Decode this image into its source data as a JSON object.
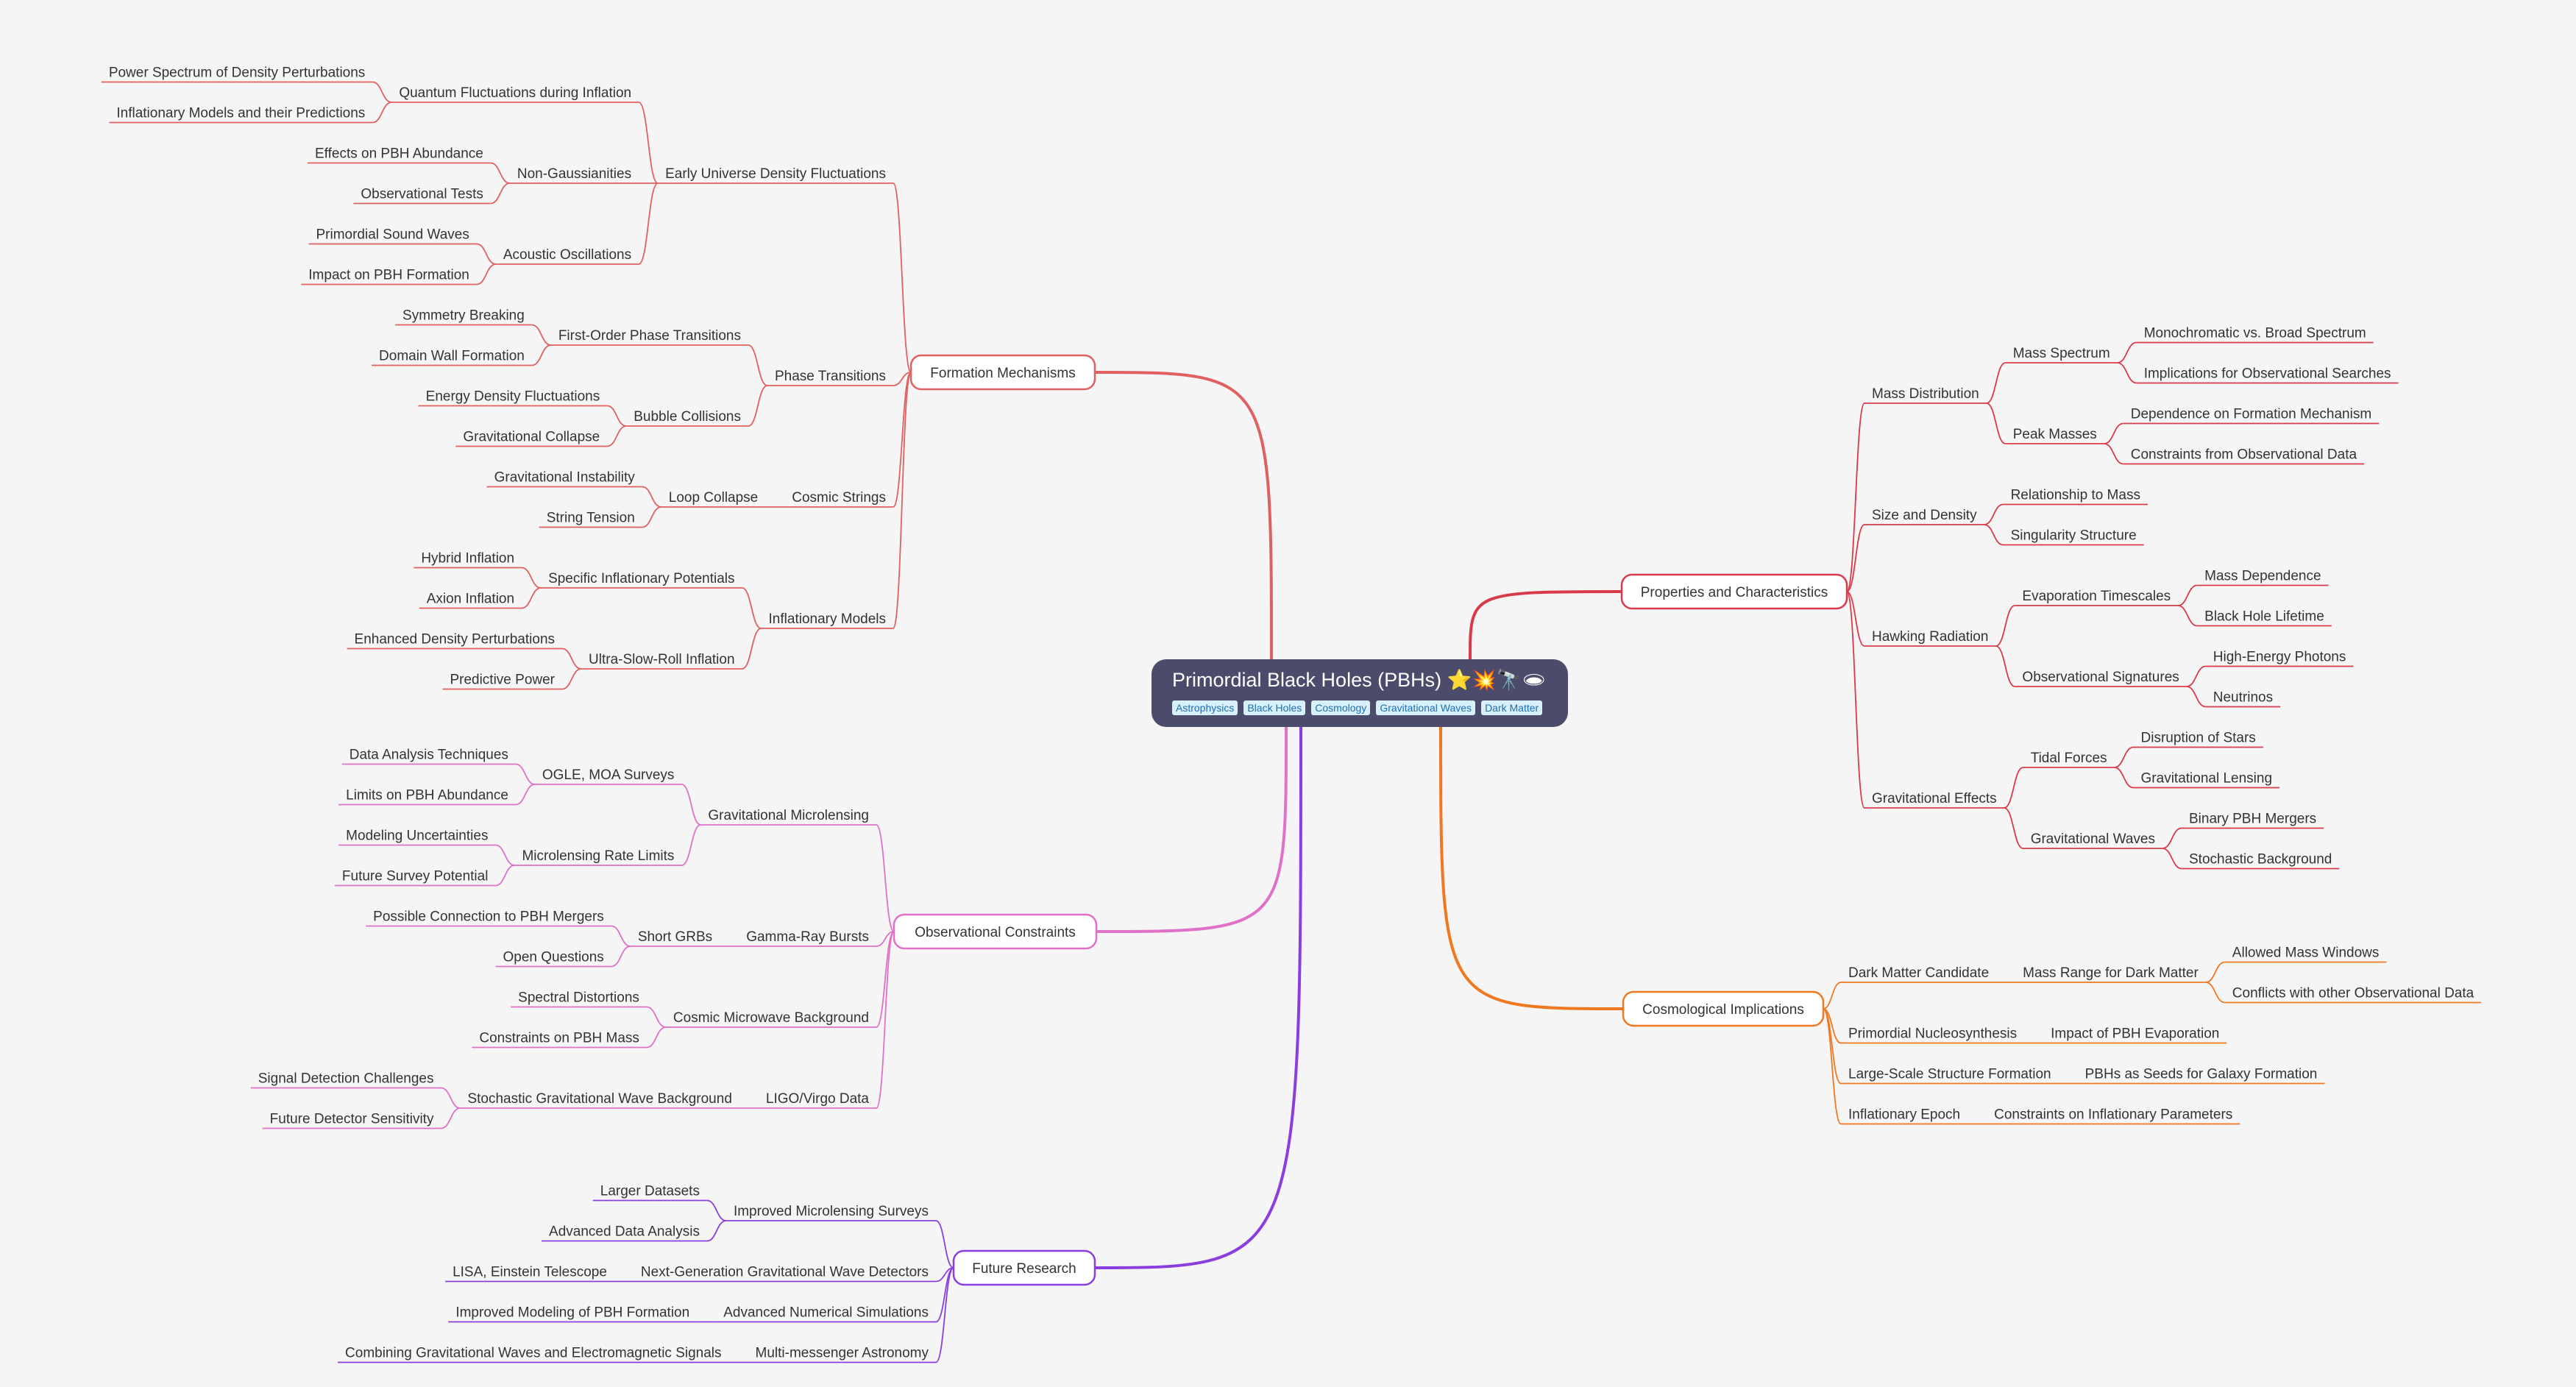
{
  "root": {
    "title": "Primordial Black Holes (PBHs) ⭐💥🔭🕳",
    "tags": [
      "Astrophysics",
      "Black Holes",
      "Cosmology",
      "Gravitational Waves",
      "Dark Matter"
    ]
  },
  "branches": [
    {
      "label": "Formation Mechanisms",
      "color": "#e06060",
      "children": [
        {
          "label": "Early Universe Density Fluctuations",
          "children": [
            {
              "label": "Quantum Fluctuations during Inflation",
              "children": [
                {
                  "label": "Power Spectrum of Density Perturbations"
                },
                {
                  "label": "Inflationary Models and their Predictions"
                }
              ]
            },
            {
              "label": "Non-Gaussianities",
              "children": [
                {
                  "label": "Effects on PBH Abundance"
                },
                {
                  "label": "Observational Tests"
                }
              ]
            },
            {
              "label": "Acoustic Oscillations",
              "children": [
                {
                  "label": "Primordial Sound Waves"
                },
                {
                  "label": "Impact on PBH Formation"
                }
              ]
            }
          ]
        },
        {
          "label": "Phase Transitions",
          "children": [
            {
              "label": "First-Order Phase Transitions",
              "children": [
                {
                  "label": "Symmetry Breaking"
                },
                {
                  "label": "Domain Wall Formation"
                }
              ]
            },
            {
              "label": "Bubble Collisions",
              "children": [
                {
                  "label": "Energy Density Fluctuations"
                },
                {
                  "label": "Gravitational Collapse"
                }
              ]
            }
          ]
        },
        {
          "label": "Cosmic Strings",
          "children": [
            {
              "label": "Loop Collapse",
              "children": [
                {
                  "label": "Gravitational Instability"
                },
                {
                  "label": "String Tension"
                }
              ]
            }
          ]
        },
        {
          "label": "Inflationary Models",
          "children": [
            {
              "label": "Specific Inflationary Potentials",
              "children": [
                {
                  "label": "Hybrid Inflation"
                },
                {
                  "label": "Axion Inflation"
                }
              ]
            },
            {
              "label": "Ultra-Slow-Roll Inflation",
              "children": [
                {
                  "label": "Enhanced Density Perturbations"
                },
                {
                  "label": "Predictive Power"
                }
              ]
            }
          ]
        }
      ]
    },
    {
      "label": "Observational Constraints",
      "color": "#e070c8",
      "children": [
        {
          "label": "Gravitational Microlensing",
          "children": [
            {
              "label": "OGLE, MOA Surveys",
              "children": [
                {
                  "label": "Data Analysis Techniques"
                },
                {
                  "label": "Limits on PBH Abundance"
                }
              ]
            },
            {
              "label": "Microlensing Rate Limits",
              "children": [
                {
                  "label": "Modeling Uncertainties"
                },
                {
                  "label": "Future Survey Potential"
                }
              ]
            }
          ]
        },
        {
          "label": "Gamma-Ray Bursts",
          "children": [
            {
              "label": "Short GRBs",
              "children": [
                {
                  "label": "Possible Connection to PBH Mergers"
                },
                {
                  "label": "Open Questions"
                }
              ]
            }
          ]
        },
        {
          "label": "Cosmic Microwave Background",
          "children": [
            {
              "label": "Spectral Distortions"
            },
            {
              "label": "Constraints on PBH Mass"
            }
          ]
        },
        {
          "label": "LIGO/Virgo Data",
          "children": [
            {
              "label": "Stochastic Gravitational Wave Background",
              "children": [
                {
                  "label": "Signal Detection Challenges"
                },
                {
                  "label": "Future Detector Sensitivity"
                }
              ]
            }
          ]
        }
      ]
    },
    {
      "label": "Future Research",
      "color": "#8a3ee0",
      "children": [
        {
          "label": "Improved Microlensing Surveys",
          "children": [
            {
              "label": "Larger Datasets"
            },
            {
              "label": "Advanced Data Analysis"
            }
          ]
        },
        {
          "label": "Next-Generation Gravitational Wave Detectors",
          "children": [
            {
              "label": "LISA, Einstein Telescope"
            }
          ]
        },
        {
          "label": "Advanced Numerical Simulations",
          "children": [
            {
              "label": "Improved Modeling of PBH Formation"
            }
          ]
        },
        {
          "label": "Multi-messenger Astronomy",
          "children": [
            {
              "label": "Combining Gravitational Waves and Electromagnetic Signals"
            }
          ]
        }
      ]
    },
    {
      "label": "Properties and Characteristics",
      "color": "#d93a4a",
      "children": [
        {
          "label": "Mass Distribution",
          "children": [
            {
              "label": "Mass Spectrum",
              "children": [
                {
                  "label": "Monochromatic vs. Broad Spectrum"
                },
                {
                  "label": "Implications for Observational Searches"
                }
              ]
            },
            {
              "label": "Peak Masses",
              "children": [
                {
                  "label": "Dependence on Formation Mechanism"
                },
                {
                  "label": "Constraints from Observational Data"
                }
              ]
            }
          ]
        },
        {
          "label": "Size and Density",
          "children": [
            {
              "label": "Relationship to Mass"
            },
            {
              "label": "Singularity Structure"
            }
          ]
        },
        {
          "label": "Hawking Radiation",
          "children": [
            {
              "label": "Evaporation Timescales",
              "children": [
                {
                  "label": "Mass Dependence"
                },
                {
                  "label": "Black Hole Lifetime"
                }
              ]
            },
            {
              "label": "Observational Signatures",
              "children": [
                {
                  "label": "High-Energy Photons"
                },
                {
                  "label": "Neutrinos"
                }
              ]
            }
          ]
        },
        {
          "label": "Gravitational Effects",
          "children": [
            {
              "label": "Tidal Forces",
              "children": [
                {
                  "label": "Disruption of Stars"
                },
                {
                  "label": "Gravitational Lensing"
                }
              ]
            },
            {
              "label": "Gravitational Waves",
              "children": [
                {
                  "label": "Binary PBH Mergers"
                },
                {
                  "label": "Stochastic Background"
                }
              ]
            }
          ]
        }
      ]
    },
    {
      "label": "Cosmological Implications",
      "color": "#f07820",
      "children": [
        {
          "label": "Dark Matter Candidate",
          "children": [
            {
              "label": "Mass Range for Dark Matter",
              "children": [
                {
                  "label": "Allowed Mass Windows"
                },
                {
                  "label": "Conflicts with other Observational Data"
                }
              ]
            }
          ]
        },
        {
          "label": "Primordial Nucleosynthesis",
          "children": [
            {
              "label": "Impact of PBH Evaporation"
            }
          ]
        },
        {
          "label": "Large-Scale Structure Formation",
          "children": [
            {
              "label": "PBHs as Seeds for Galaxy Formation"
            }
          ]
        },
        {
          "label": "Inflationary Epoch",
          "children": [
            {
              "label": "Constraints on Inflationary Parameters"
            }
          ]
        }
      ]
    }
  ]
}
